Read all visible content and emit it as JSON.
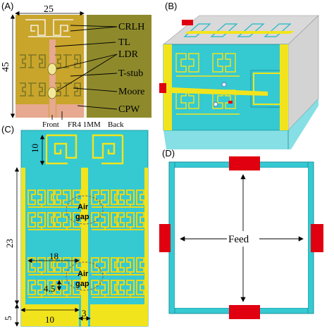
{
  "panels": {
    "a": "(A)",
    "b": "(B)",
    "c": "(C)",
    "d": "(D)"
  },
  "panel_a": {
    "dim_width": "25",
    "dim_height": "45",
    "callouts": [
      "CRLH",
      "TL",
      "LDR",
      "T-stub",
      "Moore",
      "CPW"
    ],
    "bottom_front": "Front",
    "bottom_fr4": "FR4 1MM",
    "bottom_back": "Back"
  },
  "panel_c": {
    "dim_10_top": "10",
    "dim_23": "23",
    "dim_5": "5",
    "dim_18": "18",
    "dim_4_5": "4.5",
    "dim_10_bottom": "10",
    "dim_3": "3",
    "airgap_1_line1": "Air",
    "airgap_1_line2": "gap",
    "airgap_2_line1": "Air",
    "airgap_2_line2": "gap"
  },
  "panel_d": {
    "feed_label": "Feed"
  },
  "colors": {
    "substrate_cyan": "#35c9d2",
    "copper_yellow": "#f2e41c",
    "olive": "#8e8a2c",
    "feed_red": "#e00010"
  }
}
